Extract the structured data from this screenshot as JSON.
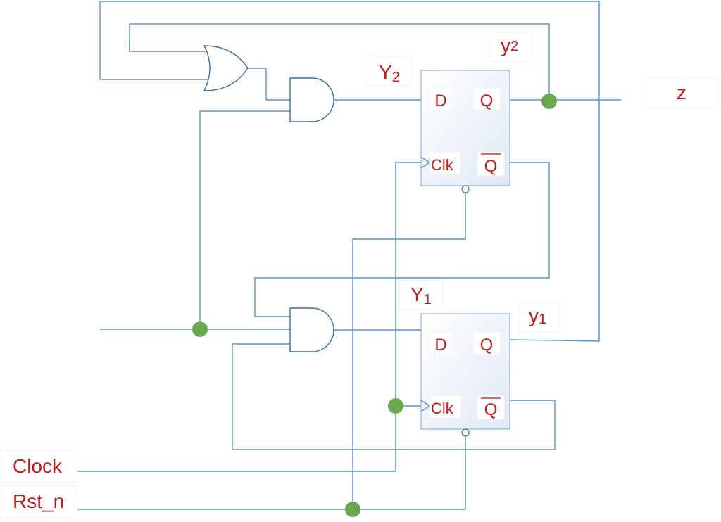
{
  "colors": {
    "wire": "#5b93c8",
    "gate": "#3f6fa3",
    "text": "#b52020",
    "junction": "#6aa84f"
  },
  "flipflops": [
    {
      "d": "D",
      "q": "Q",
      "clk": "Clk",
      "qbar": "Q"
    },
    {
      "d": "D",
      "q": "Q",
      "clk": "Clk",
      "qbar": "Q"
    }
  ],
  "nets": {
    "Y2": {
      "main": "Y",
      "sub": "2"
    },
    "y2": {
      "main": "y",
      "sub": "2"
    },
    "Y1": {
      "main": "Y",
      "sub": "1"
    },
    "y1": {
      "main": "y",
      "sub": "1"
    },
    "z": "z"
  },
  "inputs": {
    "clock": "Clock",
    "reset": "Rst_n"
  }
}
